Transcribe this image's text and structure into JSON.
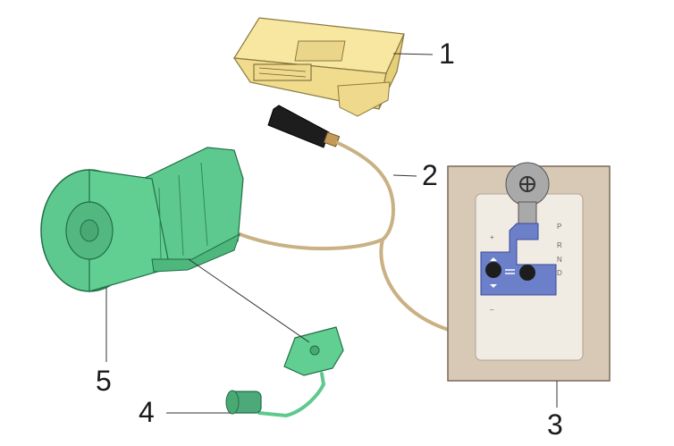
{
  "callouts": {
    "c1": "1",
    "c2": "2",
    "c3": "3",
    "c4": "4",
    "c5": "5"
  },
  "selector_gate": {
    "p": "P",
    "r": "R",
    "n": "N",
    "d": "D",
    "plus": "+",
    "minus": "–"
  },
  "colors": {
    "control_unit": "#f5e49c",
    "transmission": "#5ec98e",
    "cable": "#cdb58a",
    "selector_frame": "#d8c8b6",
    "gate_panel": "#6c7fc9",
    "background": "#ffffff"
  },
  "icons": {
    "control_unit": "ecu-box-icon",
    "connector": "connector-plug-icon",
    "gear_lever": "gear-selector-lever-icon",
    "transmission": "automatic-transmission-icon",
    "sensor": "position-sensor-icon"
  }
}
